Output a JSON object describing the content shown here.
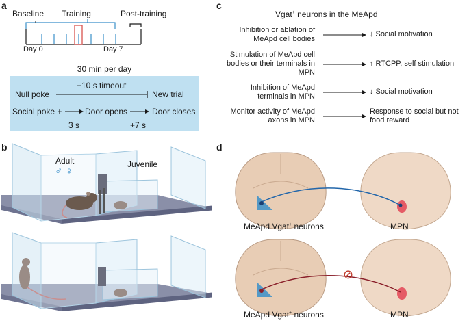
{
  "panels": {
    "a": "a",
    "b": "b",
    "c": "c",
    "d": "d"
  },
  "a": {
    "timeline": {
      "baseline": "Baseline",
      "training": "Training",
      "post_training": "Post-training",
      "day0": "Day 0",
      "day7": "Day 7"
    },
    "box_title": "30 min per day",
    "null_poke": "Null poke",
    "timeout": "+10 s timeout",
    "new_trial": "New trial",
    "social_poke": "Social poke +",
    "door_opens": "Door opens",
    "door_closes": "Door closes",
    "delay1": "3 s",
    "delay2": "+7 s"
  },
  "b": {
    "adult": "Adult",
    "sex_symbols": "♂ ♀",
    "juvenile": "Juvenile"
  },
  "c": {
    "title_prefix": "Vgat",
    "title_sup": "+",
    "title_suffix": " neurons in the MeApd",
    "rows": [
      {
        "left": "Inhibition or ablation of MeApd cell bodies",
        "right": "↓ Social motivation"
      },
      {
        "left": "Stimulation of MeApd cell bodies or their terminals in MPN",
        "right": "↑ RTCPP, self stimulation"
      },
      {
        "left": "Inhibition of MeApd terminals in MPN",
        "right": "↓ Social motivation"
      },
      {
        "left": "Monitor activity of MeApd axons in MPN",
        "right": "Response to social but not food reward"
      }
    ]
  },
  "d": {
    "label_left_prefix": "MeApd Vgat",
    "label_left_sup": "+",
    "label_left_suffix": " neurons",
    "label_right": "MPN",
    "inhibit_symbol": "⊘"
  },
  "colors": {
    "blue_box": "#bfe0f1",
    "accent_blue": "#3a8fc9",
    "training_red": "#d9534f",
    "brain": "#e8cdb5",
    "axon_blue": "#2266aa",
    "axon_red": "#8a1f2a"
  }
}
